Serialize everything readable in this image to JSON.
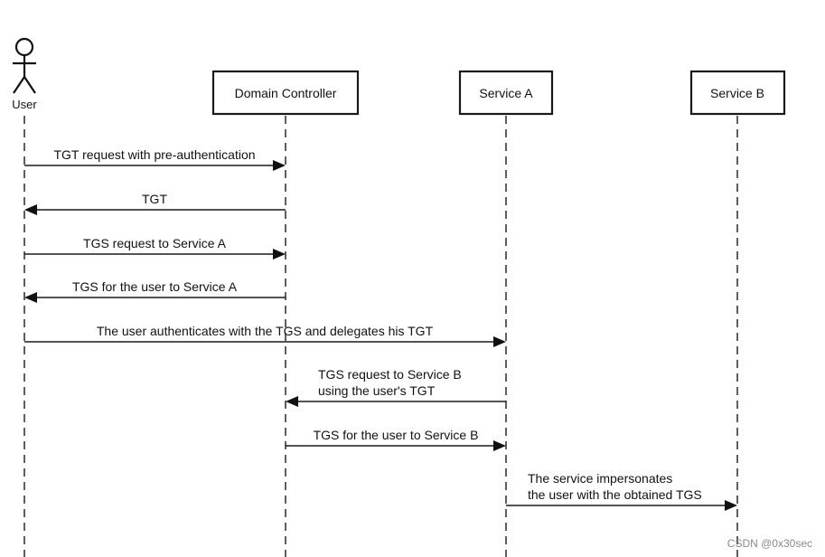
{
  "participants": {
    "user": "User",
    "domain_controller": "Domain Controller",
    "service_a": "Service A",
    "service_b": "Service B"
  },
  "messages": [
    {
      "from": "user",
      "to": "domain_controller",
      "lines": [
        "TGT request with pre-authentication"
      ]
    },
    {
      "from": "domain_controller",
      "to": "user",
      "lines": [
        "TGT"
      ]
    },
    {
      "from": "user",
      "to": "domain_controller",
      "lines": [
        "TGS request to Service A"
      ]
    },
    {
      "from": "domain_controller",
      "to": "user",
      "lines": [
        "TGS for the user to Service A"
      ]
    },
    {
      "from": "user",
      "to": "service_a",
      "lines": [
        "The user authenticates with the TGS and delegates his TGT"
      ]
    },
    {
      "from": "service_a",
      "to": "domain_controller",
      "lines": [
        "TGS request to Service B",
        "using the user's TGT"
      ]
    },
    {
      "from": "domain_controller",
      "to": "service_a",
      "lines": [
        "TGS for the user to Service B"
      ]
    },
    {
      "from": "service_a",
      "to": "service_b",
      "lines": [
        "The service impersonates",
        "the user with the obtained TGS"
      ]
    }
  ],
  "watermark": "CSDN @0x30sec"
}
